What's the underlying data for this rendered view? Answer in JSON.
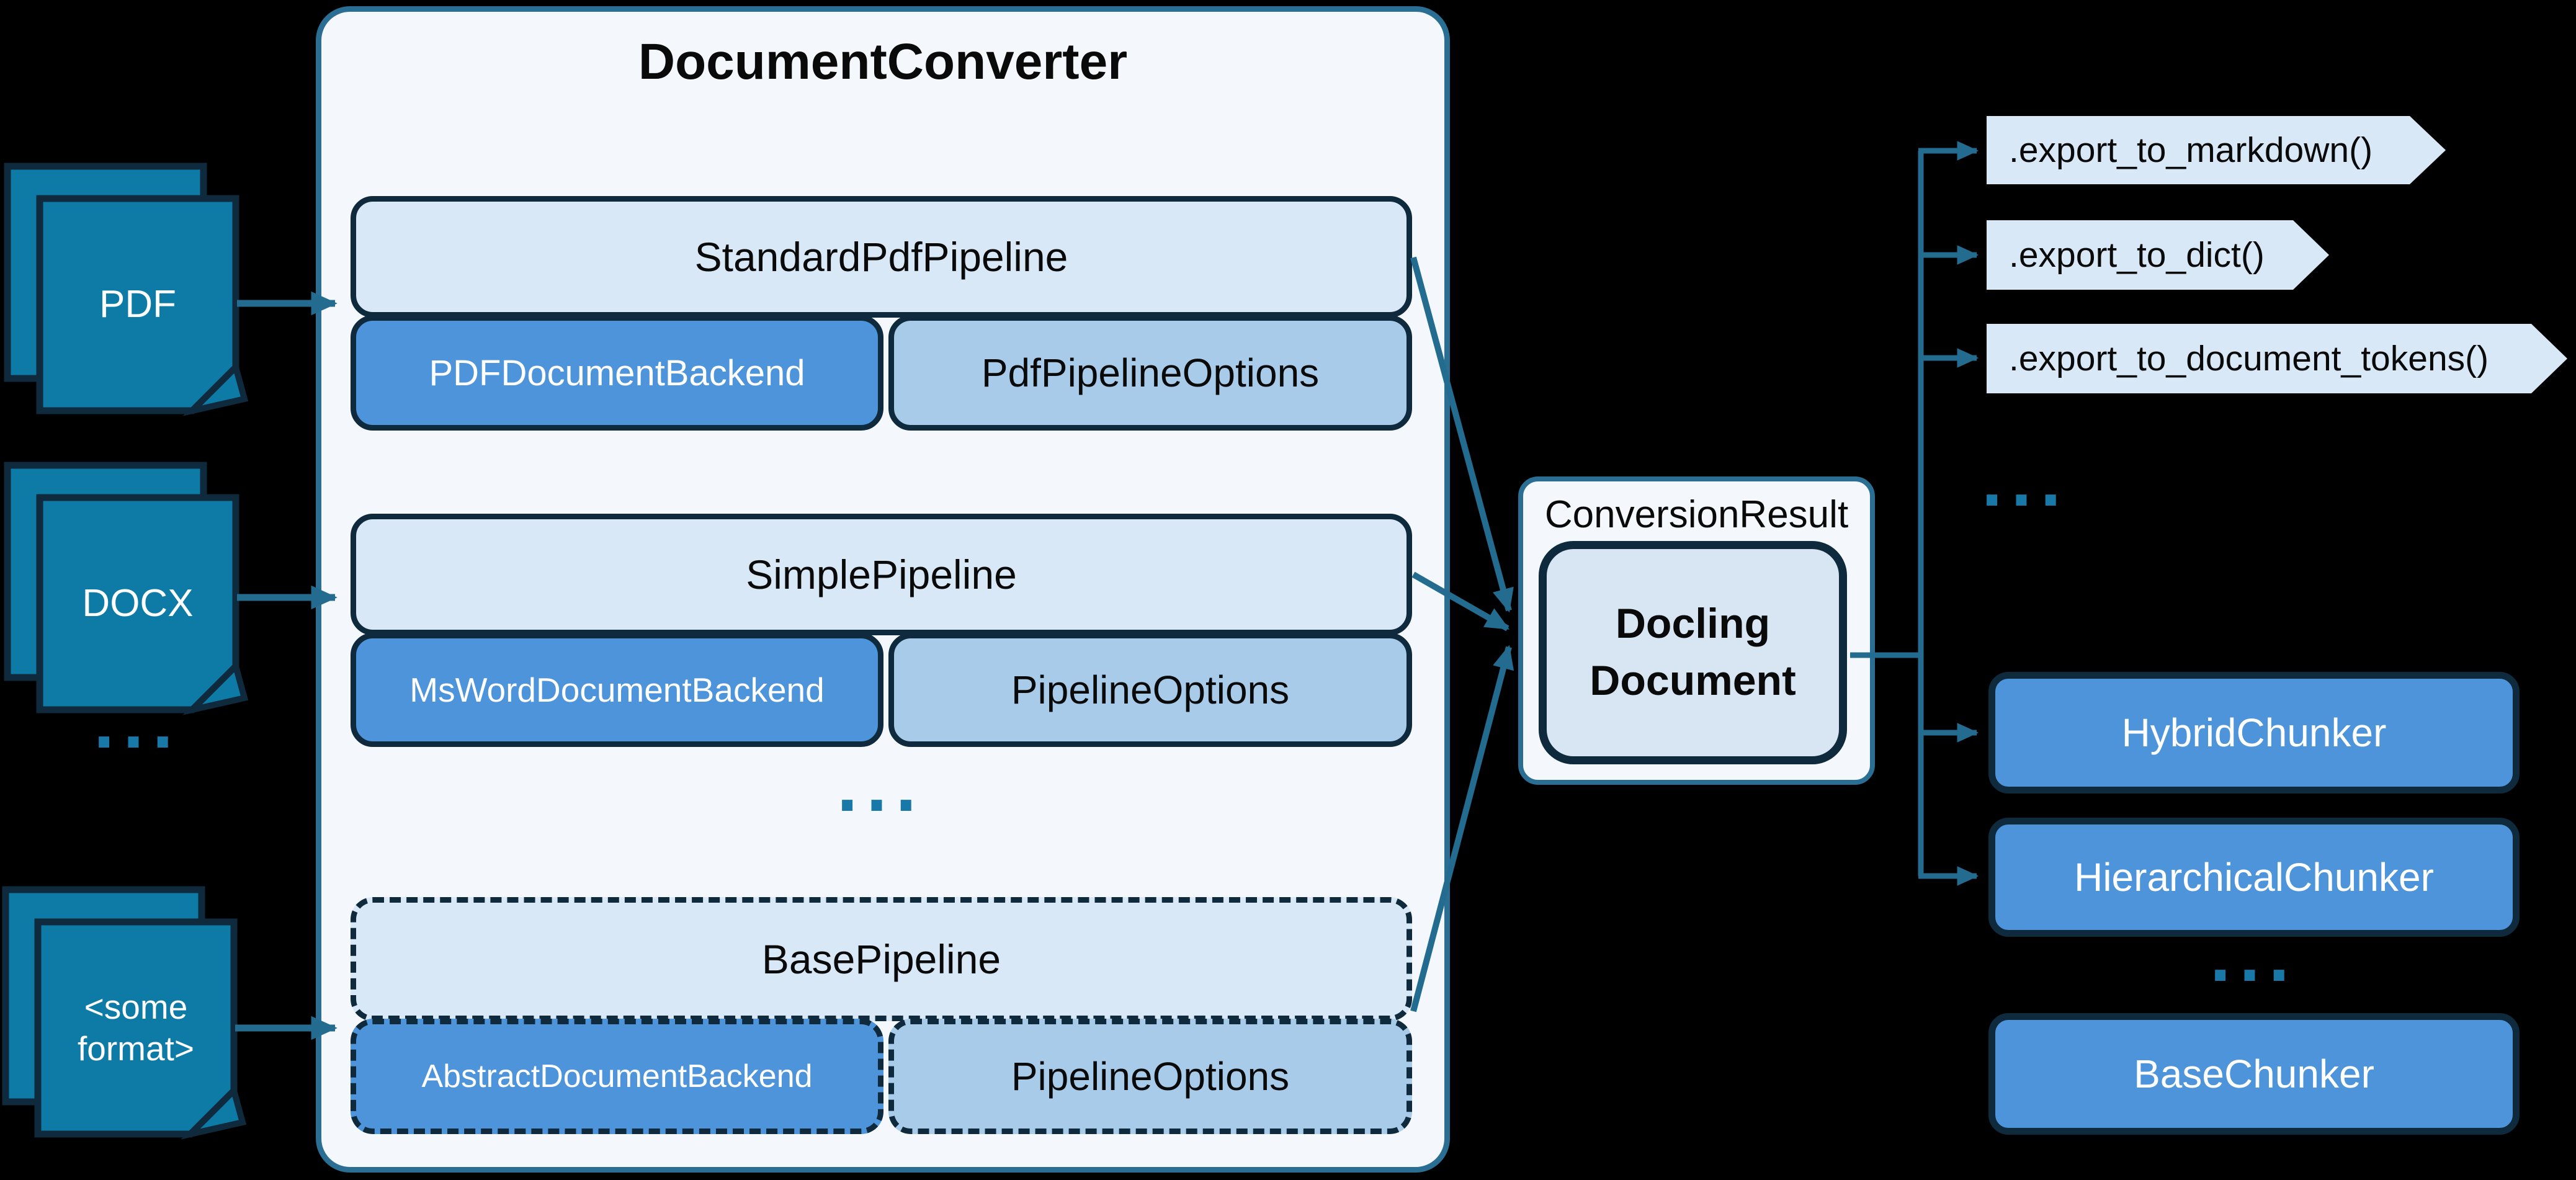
{
  "colors": {
    "background": "#000000",
    "document_teal": "#0E7BA7",
    "navy_border": "#0E2A3C",
    "teal_border": "#2A6F93",
    "connector_teal": "#236C90",
    "light_blue": "#D9E8F6",
    "medium_blue": "#4E94DB",
    "options_blue": "#A9CBEA",
    "docling_blue": "#D8E6F4",
    "panel_white": "#F4F8FC",
    "dots_teal": "#1878A8"
  },
  "inputs": {
    "items": [
      {
        "label": "PDF"
      },
      {
        "label": "DOCX"
      },
      {
        "label": "<some format>"
      }
    ],
    "ellipsis": "..."
  },
  "converter": {
    "title": "DocumentConverter",
    "ellipsis": "...",
    "pipelines": [
      {
        "name": "StandardPdfPipeline",
        "backend": "PDFDocumentBackend",
        "options": "PdfPipelineOptions"
      },
      {
        "name": "SimplePipeline",
        "backend": "MsWordDocumentBackend",
        "options": "PipelineOptions"
      },
      {
        "name": "BasePipeline",
        "backend": "AbstractDocumentBackend",
        "options": "PipelineOptions"
      }
    ]
  },
  "result": {
    "label": "ConversionResult",
    "doc_line1": "Docling",
    "doc_line2": "Document"
  },
  "exports": {
    "methods": [
      ".export_to_markdown()",
      ".export_to_dict()",
      ".export_to_document_tokens()"
    ],
    "ellipsis": "..."
  },
  "chunkers": {
    "items": [
      "HybridChunker",
      "HierarchicalChunker"
    ],
    "ellipsis": "...",
    "base": "BaseChunker"
  }
}
